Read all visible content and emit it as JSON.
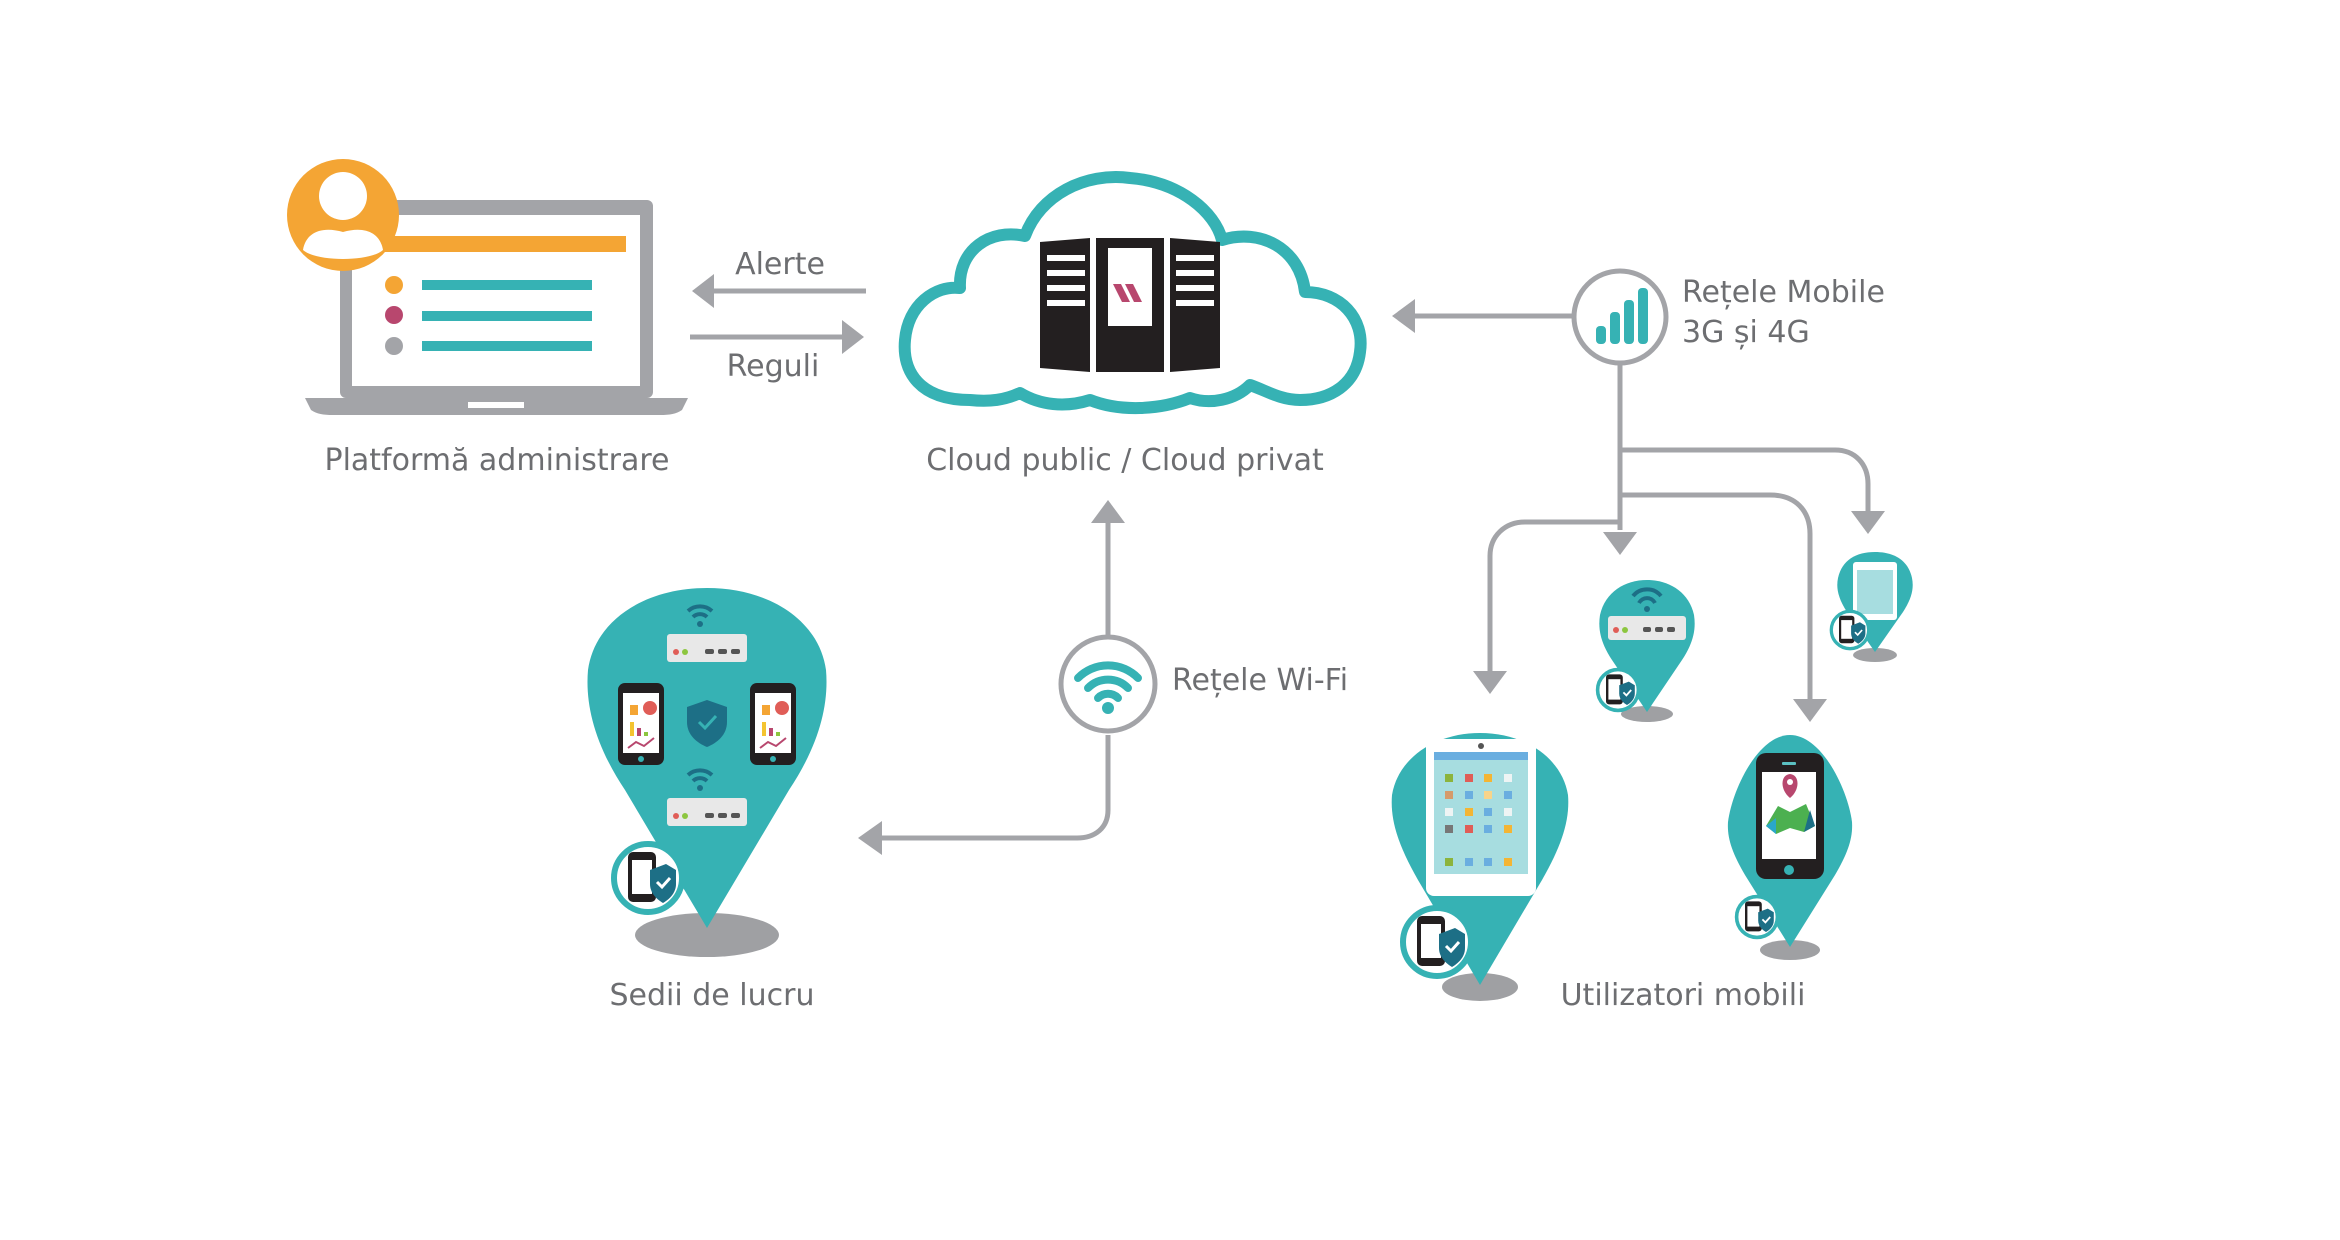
{
  "colors": {
    "teal": "#36b2b4",
    "gray": "#a3a4a8",
    "text": "#6d6e71",
    "orange": "#f4a534",
    "magenta": "#b8476e",
    "dark_teal": "#1d6f86",
    "server": "#231f20",
    "shadow": "#9fa0a3"
  },
  "admin": {
    "label": "Platformă administrare",
    "icon": "laptop-admin-icon"
  },
  "flows": {
    "alerts_label": "Alerte",
    "rules_label": "Reguli"
  },
  "cloud": {
    "label": "Cloud public / Cloud privat",
    "icon": "cloud-server-icon"
  },
  "mobile_network": {
    "line1": "Rețele Mobile",
    "line2": "3G și 4G",
    "icon": "signal-bars-icon"
  },
  "wifi_network": {
    "label": "Rețele Wi-Fi",
    "icon": "wifi-icon"
  },
  "offices": {
    "label": "Sedii de lucru"
  },
  "mobile_users": {
    "label": "Utilizatori mobili"
  }
}
